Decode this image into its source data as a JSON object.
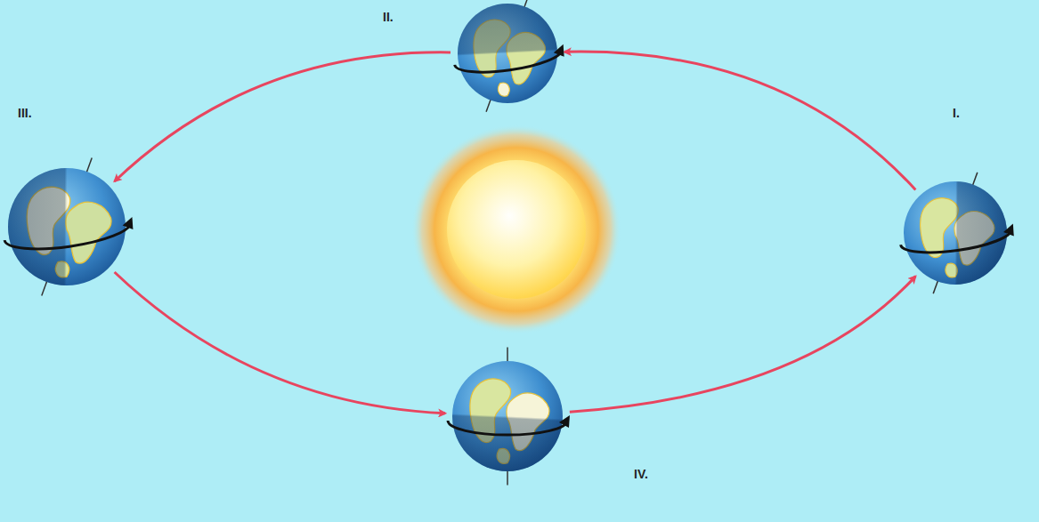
{
  "diagram": {
    "nodes": [
      {
        "text": [
          "I."
        ]
      },
      {
        "text": [
          "II."
        ]
      },
      {
        "text": [
          "III."
        ]
      },
      {
        "text": [
          "IV."
        ]
      }
    ],
    "edges": [
      {
        "from": 0,
        "to": 1,
        "arrow": "to"
      },
      {
        "from": 1,
        "to": 2,
        "arrow": "to"
      },
      {
        "from": 2,
        "to": 3,
        "arrow": "to"
      },
      {
        "from": 3,
        "to": 0,
        "arrow": "to"
      }
    ]
  }
}
